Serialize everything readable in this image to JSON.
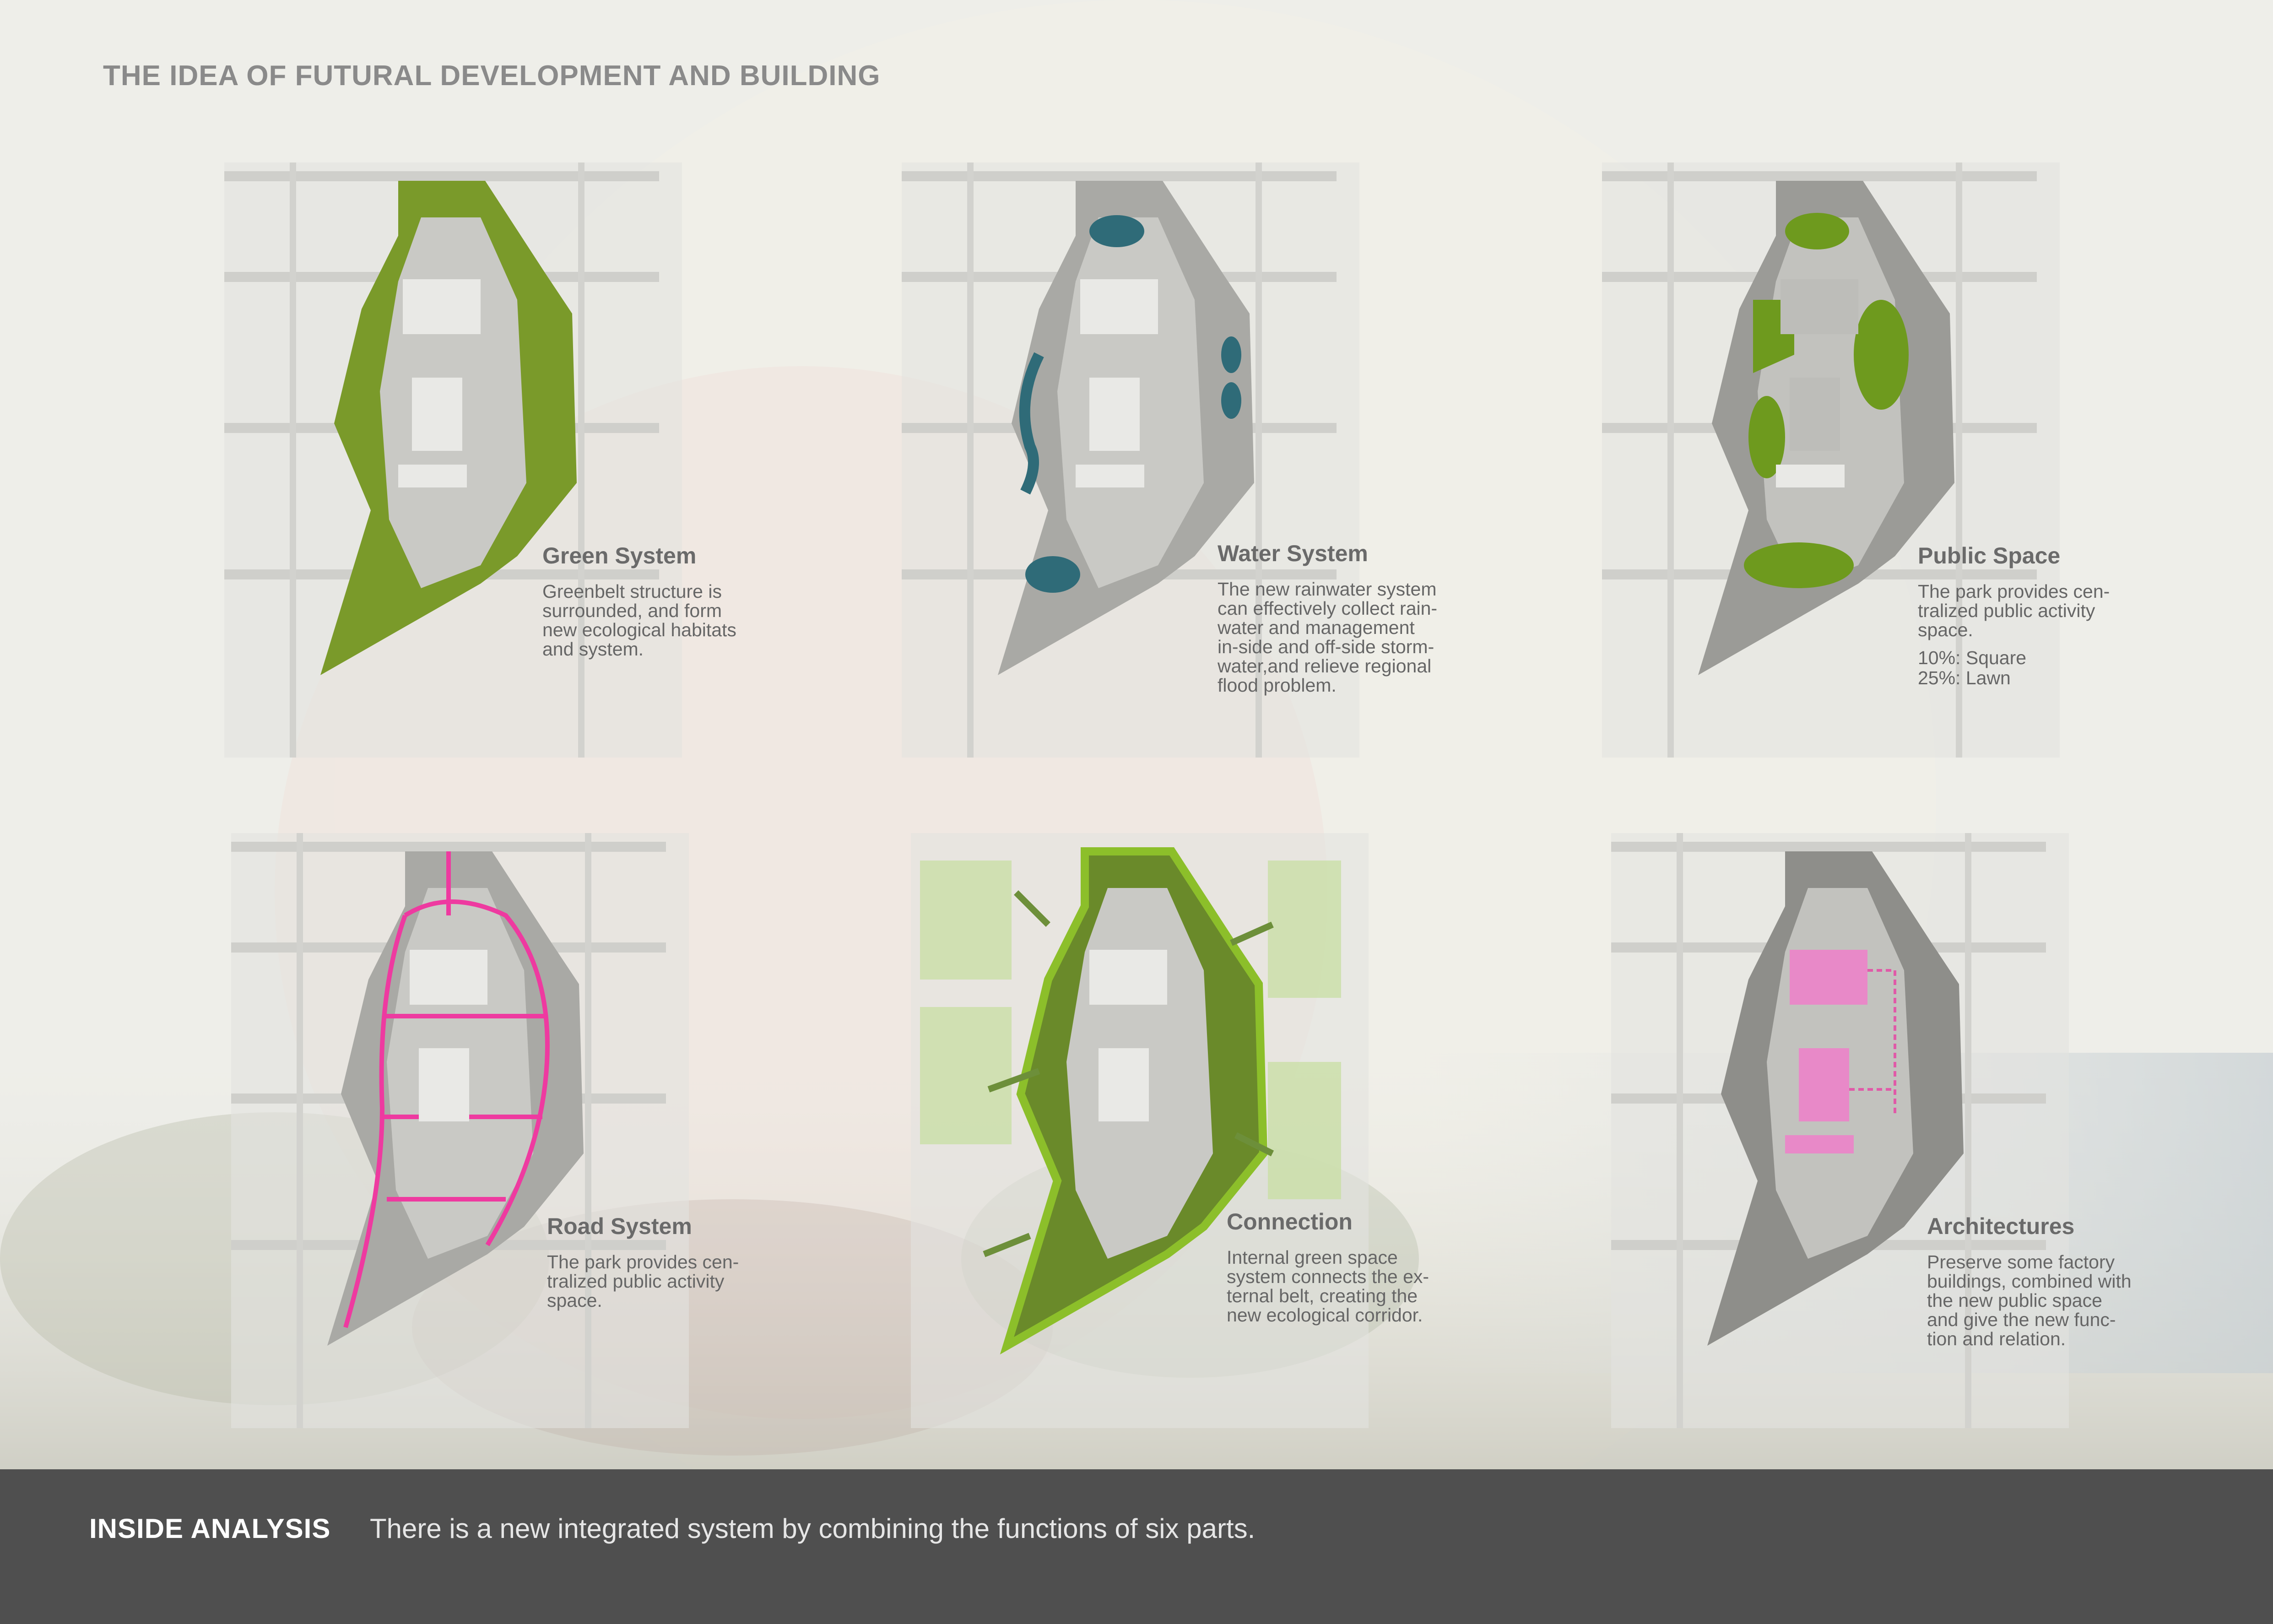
{
  "page_title": "THE IDEA OF FUTURAL DEVELOPMENT AND BUILDING",
  "panels": [
    {
      "key": "green",
      "heading": "Green System",
      "body": "Greenbelt structure is\nsurrounded, and form\nnew ecological habitats\nand system.",
      "extra": "",
      "highlight_color": "#7a9a2a"
    },
    {
      "key": "water",
      "heading": "Water System",
      "body": "The new rainwater system\ncan effectively collect rain-\nwater and management\nin-side and off-side storm-\nwater,and relieve regional\nflood problem.",
      "extra": "",
      "highlight_color": "#2f6b78"
    },
    {
      "key": "public",
      "heading": "Public Space",
      "body": "The park provides cen-\ntralized public activity\nspace.",
      "extra": "10%: Square\n25%: Lawn",
      "highlight_color": "#6e9a1e"
    },
    {
      "key": "road",
      "heading": "Road System",
      "body": "The park provides cen-\ntralized public activity\nspace.",
      "extra": "",
      "highlight_color": "#ee3aa0"
    },
    {
      "key": "connection",
      "heading": "Connection",
      "body": "Internal green space\nsystem connects the ex-\nternal belt, creating the\nnew ecological corridor.",
      "extra": "",
      "highlight_color": "#8cbf2a"
    },
    {
      "key": "architectures",
      "heading": "Architectures",
      "body": "Preserve some factory\nbuildings, combined with\nthe new public space\nand give the new func-\ntion and relation.",
      "extra": "",
      "highlight_color": "#e889c8"
    }
  ],
  "footer": {
    "heading": "INSIDE ANALYSIS",
    "text": "There is a new integrated system by combining the functions of six parts."
  }
}
